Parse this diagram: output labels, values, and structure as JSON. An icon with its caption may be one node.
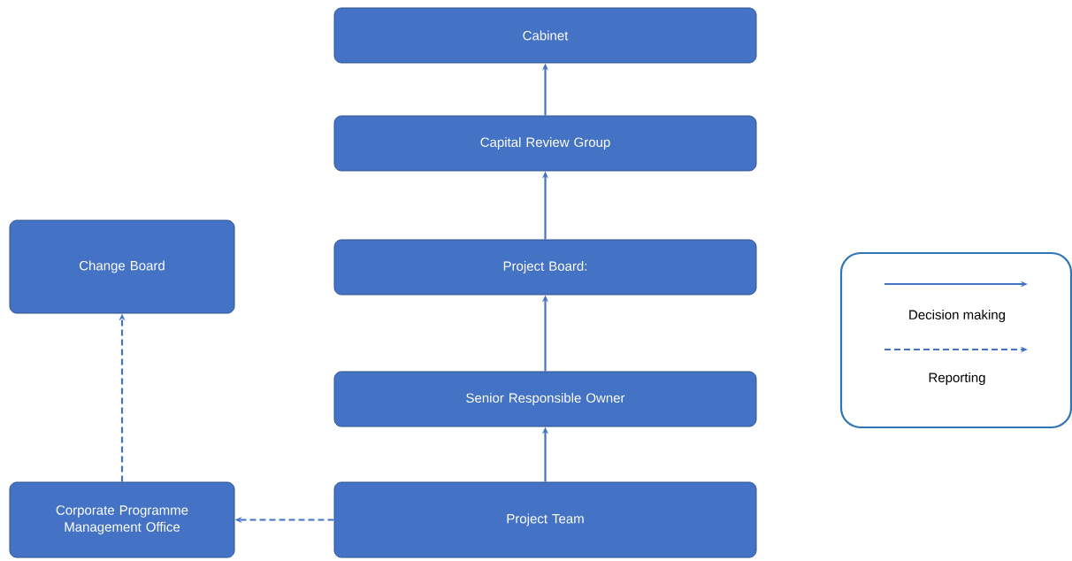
{
  "diagram": {
    "nodes": [
      {
        "text": [
          "Cabinet"
        ]
      },
      {
        "text": [
          "Capital Review Group"
        ]
      },
      {
        "text": [
          "Project Board:"
        ]
      },
      {
        "text": [
          "Senior Responsible Owner"
        ]
      },
      {
        "text": [
          "Project Team"
        ]
      },
      {
        "text": [
          "Change Board"
        ]
      },
      {
        "text": [
          "Corporate Programme Management Office"
        ]
      }
    ],
    "edges": [
      {
        "from": 1,
        "to": 0,
        "arrow": "to"
      },
      {
        "from": 2,
        "to": 1,
        "arrow": "to"
      },
      {
        "from": 3,
        "to": 2,
        "arrow": "to"
      },
      {
        "from": 4,
        "to": 3,
        "arrow": "to"
      },
      {
        "from": 4,
        "to": 6,
        "arrow": "to",
        "style": "dashed"
      },
      {
        "from": 6,
        "to": 5,
        "arrow": "to",
        "style": "dashed"
      }
    ],
    "legend": [
      {
        "text": "Decision making"
      },
      {
        "text": "Reporting"
      }
    ]
  }
}
